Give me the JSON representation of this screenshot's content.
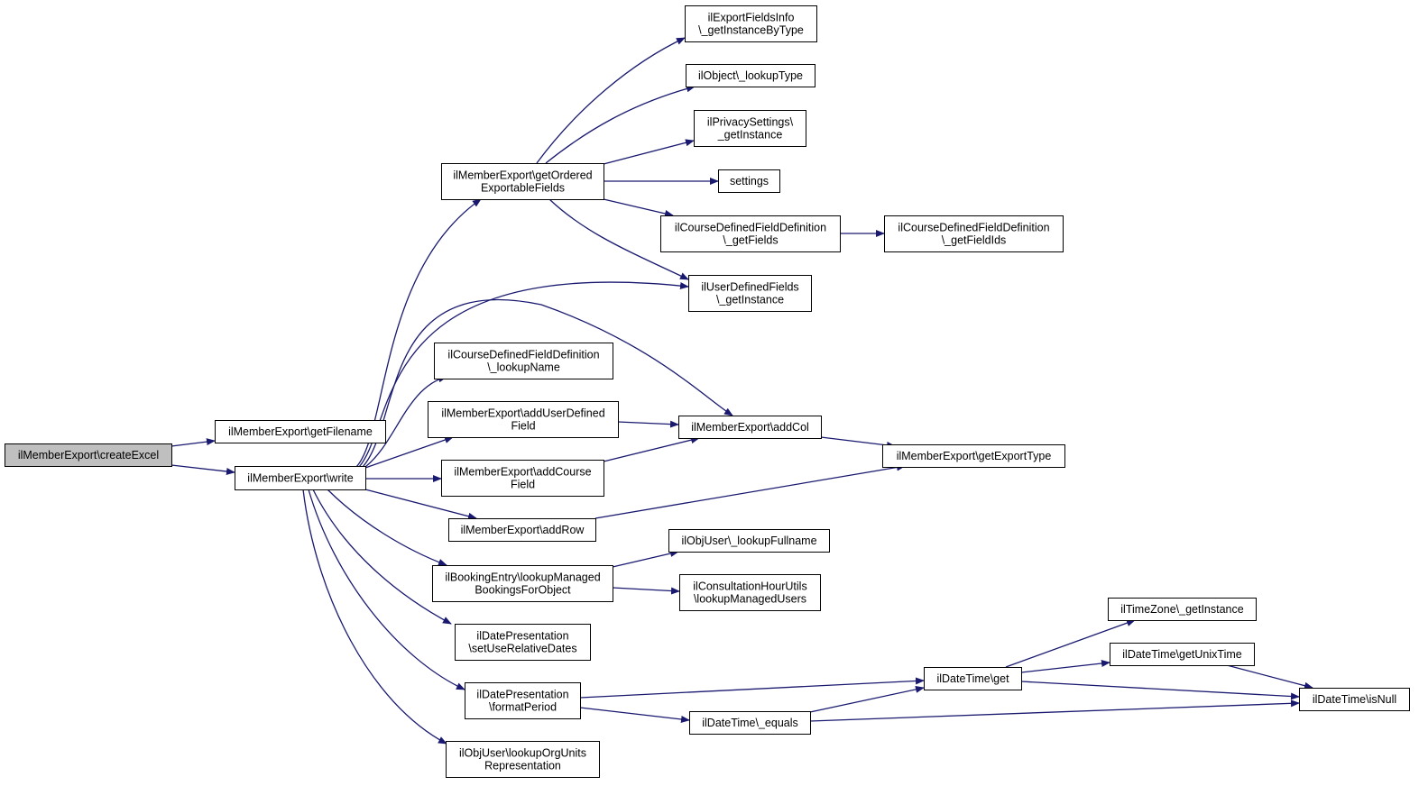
{
  "colors": {
    "edge": "#191970",
    "root_fill": "#bfbfbf",
    "node_fill": "#ffffff",
    "border": "#000000"
  },
  "nodes": {
    "createExcel": [
      "ilMemberExport\\createExcel"
    ],
    "getFilename": [
      "ilMemberExport\\getFilename"
    ],
    "write": [
      "ilMemberExport\\write"
    ],
    "getOrdered": [
      "ilMemberExport\\getOrdered",
      "ExportableFields"
    ],
    "exportFieldsInfo": [
      "ilExportFieldsInfo",
      "\\_getInstanceByType"
    ],
    "lookupType": [
      "ilObject\\_lookupType"
    ],
    "privacy": [
      "ilPrivacySettings\\",
      "_getInstance"
    ],
    "settings": [
      "settings"
    ],
    "cdfGetFields": [
      "ilCourseDefinedFieldDefinition",
      "\\_getFields"
    ],
    "cdfGetFieldIds": [
      "ilCourseDefinedFieldDefinition",
      "\\_getFieldIds"
    ],
    "udf": [
      "ilUserDefinedFields",
      "\\_getInstance"
    ],
    "cdfLookupName": [
      "ilCourseDefinedFieldDefinition",
      "\\_lookupName"
    ],
    "addUserDefined": [
      "ilMemberExport\\addUserDefined",
      "Field"
    ],
    "addCol": [
      "ilMemberExport\\addCol"
    ],
    "getExportType": [
      "ilMemberExport\\getExportType"
    ],
    "addCourse": [
      "ilMemberExport\\addCourse",
      "Field"
    ],
    "addRow": [
      "ilMemberExport\\addRow"
    ],
    "lookupFullname": [
      "ilObjUser\\_lookupFullname"
    ],
    "booking": [
      "ilBookingEntry\\lookupManaged",
      "BookingsForObject"
    ],
    "consultation": [
      "ilConsultationHourUtils",
      "\\lookupManagedUsers"
    ],
    "setRelative": [
      "ilDatePresentation",
      "\\setUseRelativeDates"
    ],
    "formatPeriod": [
      "ilDatePresentation",
      "\\formatPeriod"
    ],
    "dtGet": [
      "ilDateTime\\get"
    ],
    "dtEquals": [
      "ilDateTime\\_equals"
    ],
    "tzInstance": [
      "ilTimeZone\\_getInstance"
    ],
    "unixTime": [
      "ilDateTime\\getUnixTime"
    ],
    "isNull": [
      "ilDateTime\\isNull"
    ],
    "orgUnits": [
      "ilObjUser\\lookupOrgUnits",
      "Representation"
    ]
  }
}
